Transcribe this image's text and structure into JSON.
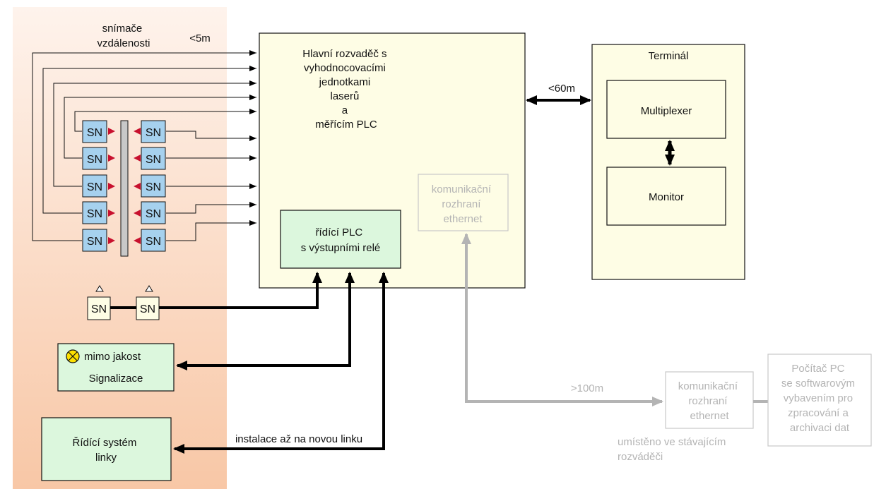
{
  "sensors_label": [
    "snímače",
    "vzdálenosti"
  ],
  "distance_sensors": "<5m",
  "main_cabinet": [
    "Hlavní rozvaděč s",
    "vyhodnocovacími",
    "jednotkami",
    "laserů",
    "a",
    "měřícím PLC"
  ],
  "control_plc": [
    "řídící PLC",
    "s výstupními relé"
  ],
  "comm_inner": [
    "komunikační",
    "rozhraní",
    "ethernet"
  ],
  "distance_terminal": "<60m",
  "terminal": {
    "title": "Terminál",
    "multiplexer": "Multiplexer",
    "monitor": "Monitor"
  },
  "sensor_tag": "SN",
  "quality": {
    "lamp_label": "mimo jakost",
    "title": "Signalizace"
  },
  "line_control": [
    "Řídící systém",
    "linky"
  ],
  "install_note": "instalace až na novou linku",
  "distance_pc": ">100m",
  "comm_outer": [
    "komunikační",
    "rozhraní",
    "ethernet"
  ],
  "comm_outer_note": [
    "umístěno ve stávajícím",
    "rozváděči"
  ],
  "pc": [
    "Počítač PC",
    "se softwarovým",
    "vybavením pro",
    "zpracování a",
    "archivaci dat"
  ],
  "colors": {
    "zone_top": "#fef3ec",
    "zone_bottom": "#f8c7a6",
    "cabinet_fill": "#fefde5",
    "sensor_fill": "#a6d1ee",
    "green_fill": "#dcf7dd",
    "marker_red": "#c8102e",
    "lamp_fill": "#fde000",
    "gray": "#b4b4b4"
  }
}
